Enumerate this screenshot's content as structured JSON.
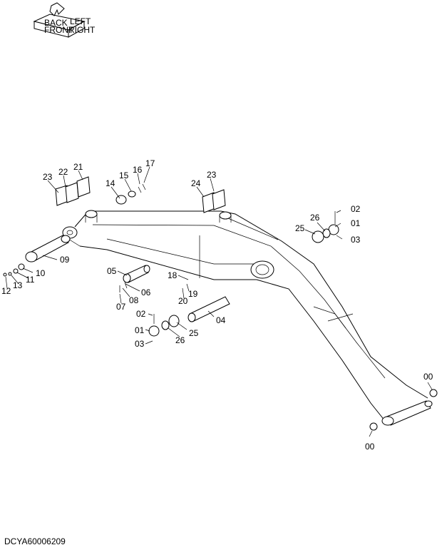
{
  "document_code": "DCYA60006209",
  "orientation_icon": {
    "labels": [
      "BACK",
      "FRONT",
      "RIGHT",
      "LEFT"
    ]
  },
  "part_labels": {
    "p00a": "00",
    "p00b": "00",
    "p01a": "01",
    "p01b": "01",
    "p02a": "02",
    "p02b": "02",
    "p03a": "03",
    "p03b": "03",
    "p04": "04",
    "p05": "05",
    "p06": "06",
    "p07": "07",
    "p08": "08",
    "p09": "09",
    "p10": "10",
    "p11": "11",
    "p12": "12",
    "p13": "13",
    "p14": "14",
    "p15": "15",
    "p16": "16",
    "p17": "17",
    "p18": "18",
    "p19": "19",
    "p20": "20",
    "p21": "21",
    "p22": "22",
    "p23a": "23",
    "p23b": "23",
    "p24": "24",
    "p25a": "25",
    "p25b": "25",
    "p26a": "26",
    "p26b": "26"
  }
}
